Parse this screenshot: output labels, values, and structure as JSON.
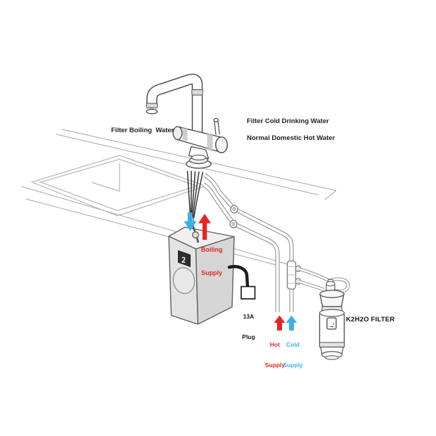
{
  "labels": {
    "filter_boiling_water": "Filter Boiling  Water",
    "filter_cold_drinking_water": "Filter Cold Drinking Water",
    "normal_domestic_hot_water": "Normal Domestic Hot Water",
    "boiling_supply": {
      "l1": "Boiling",
      "l2": "Supply"
    },
    "hot_supply": {
      "l1": "Hot",
      "l2": "Supply"
    },
    "cold_supply": {
      "l1": "Cold",
      "l2": "Supply"
    },
    "plug": {
      "l1": "13A",
      "l2": "Plug"
    },
    "filter_unit": "K2H2O FILTER",
    "boiler_display_glyph": "2"
  },
  "colors": {
    "hot_red": "#e22726",
    "cold_blue": "#38b2e8",
    "sketch_gray": "#b5b5b5",
    "pipe_gray": "#8f8f8f",
    "outline_gray": "#4a4a4a",
    "cable_black": "#1c1c1c"
  }
}
